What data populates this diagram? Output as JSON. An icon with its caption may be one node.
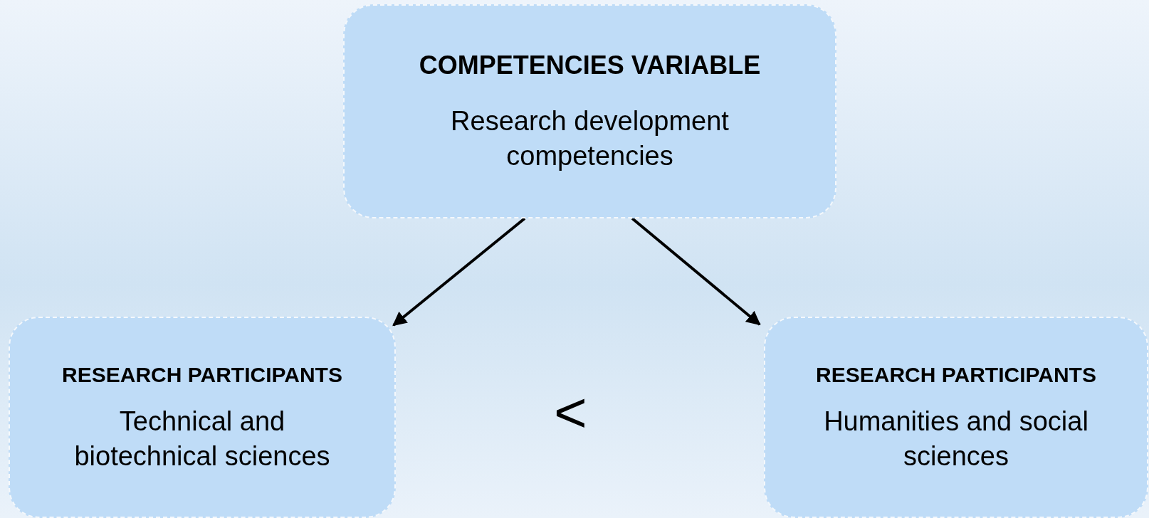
{
  "diagram": {
    "nodes": [
      {
        "text": [
          "COMPETENCIES VARIABLE",
          "Research development competencies"
        ]
      },
      {
        "text": [
          "RESEARCH PARTICIPANTS",
          "Technical and biotechnical sciences"
        ]
      },
      {
        "text": [
          "RESEARCH PARTICIPANTS",
          "Humanities and social sciences"
        ]
      }
    ],
    "edges": [
      {
        "from": 0,
        "to": 1,
        "arrow": "to"
      },
      {
        "from": 0,
        "to": 2,
        "arrow": "to"
      }
    ],
    "labels": [
      "<"
    ]
  }
}
